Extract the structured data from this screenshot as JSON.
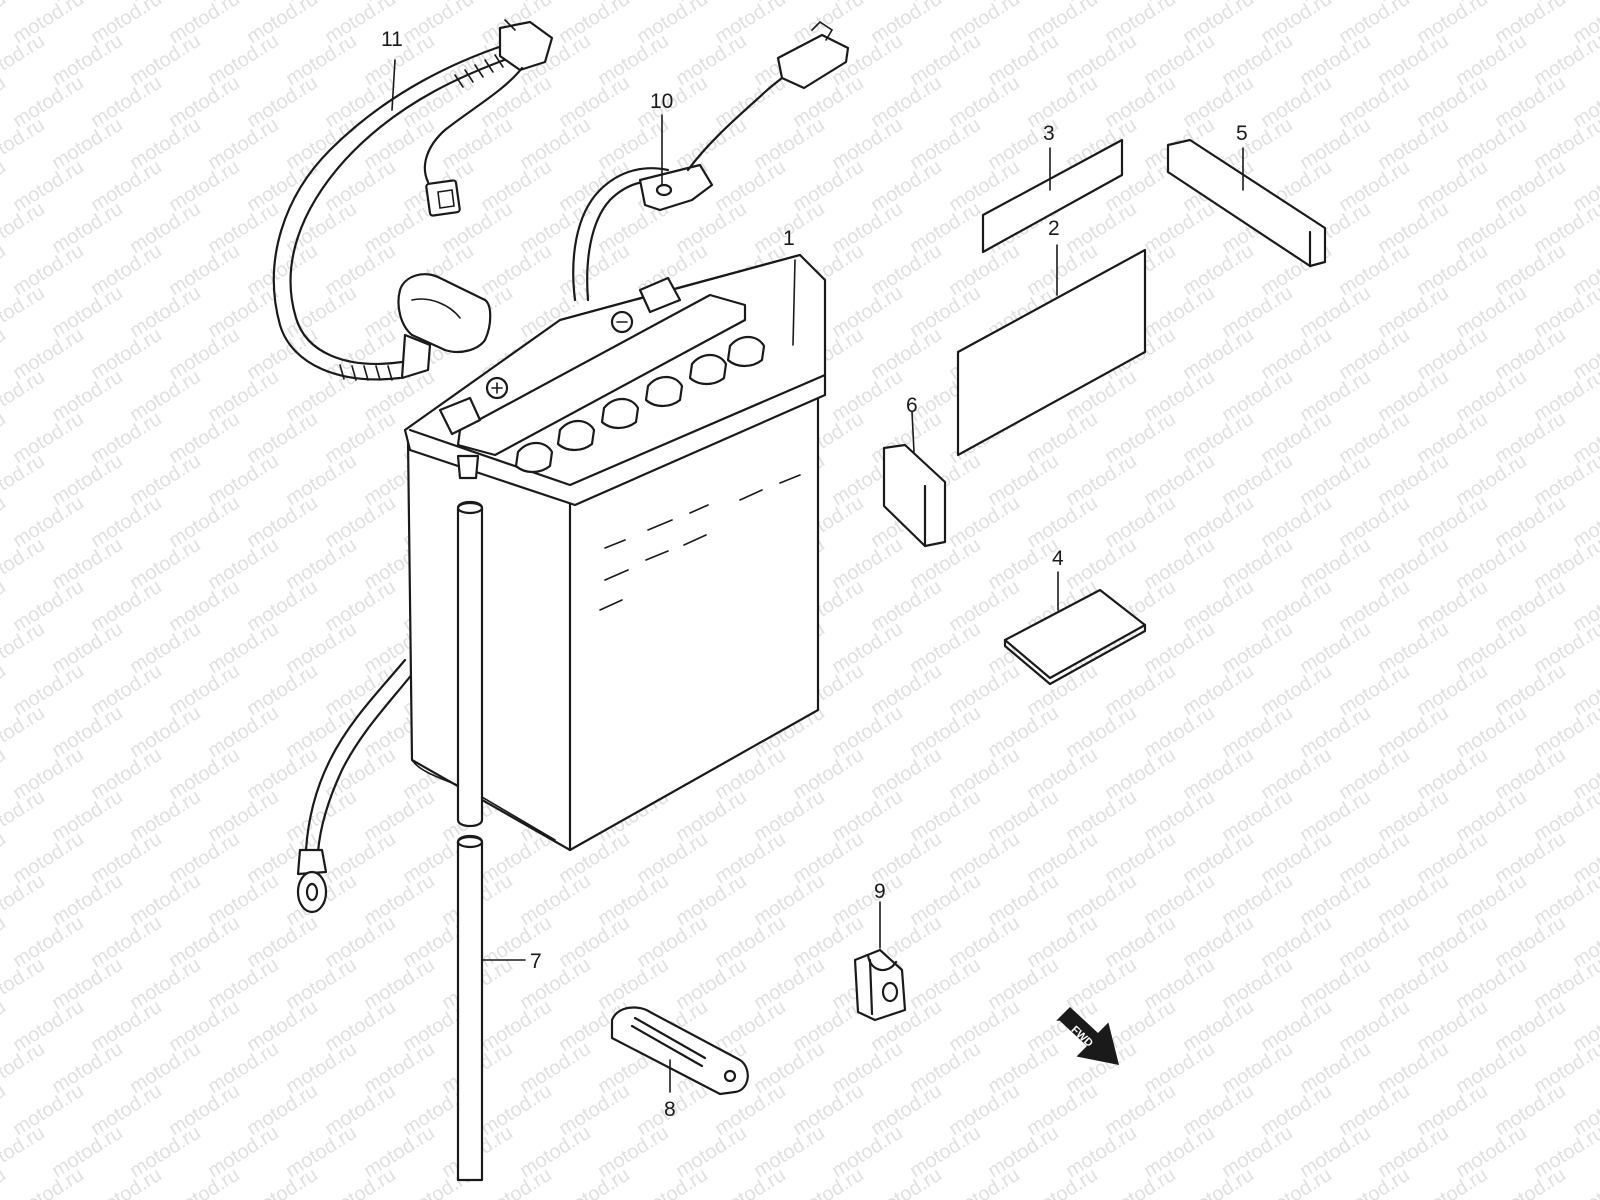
{
  "watermark": "motod.ru",
  "fwd_label": "FWD",
  "callouts": [
    {
      "id": "1",
      "text": "1"
    },
    {
      "id": "2",
      "text": "2"
    },
    {
      "id": "3",
      "text": "3"
    },
    {
      "id": "4",
      "text": "4"
    },
    {
      "id": "5",
      "text": "5"
    },
    {
      "id": "6",
      "text": "6"
    },
    {
      "id": "7",
      "text": "7"
    },
    {
      "id": "8",
      "text": "8"
    },
    {
      "id": "9",
      "text": "9"
    },
    {
      "id": "10",
      "text": "10"
    },
    {
      "id": "11",
      "text": "11"
    }
  ],
  "colors": {
    "ink": "#1a1a1a",
    "watermark": "#c8c8c8",
    "background": "#ffffff"
  }
}
